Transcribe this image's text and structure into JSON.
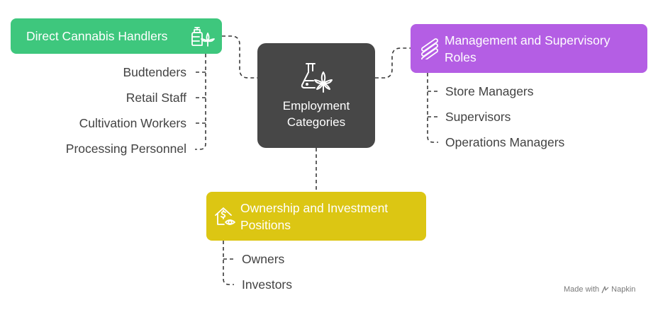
{
  "center": {
    "title_line1": "Employment",
    "title_line2": "Categories",
    "icon": "flask-cannabis-icon"
  },
  "branches": {
    "direct": {
      "label": "Direct Cannabis Handlers",
      "color": "#3ec77d",
      "icon": "cannabis-jar-icon",
      "items": [
        "Budtenders",
        "Retail Staff",
        "Cultivation Workers",
        "Processing Personnel"
      ]
    },
    "management": {
      "label_line1": "Management and Supervisory",
      "label_line2": "Roles",
      "color": "#b45ee4",
      "icon": "roles-icon",
      "items": [
        "Store Managers",
        "Supervisors",
        "Operations Managers"
      ]
    },
    "ownership": {
      "label_line1": "Ownership and Investment",
      "label_line2": "Positions",
      "color": "#dcc613",
      "icon": "dollar-house-eye-icon",
      "items": [
        "Owners",
        "Investors"
      ]
    }
  },
  "center_color": "#474747",
  "footer": {
    "prefix": "Made with",
    "brand": "Napkin"
  }
}
